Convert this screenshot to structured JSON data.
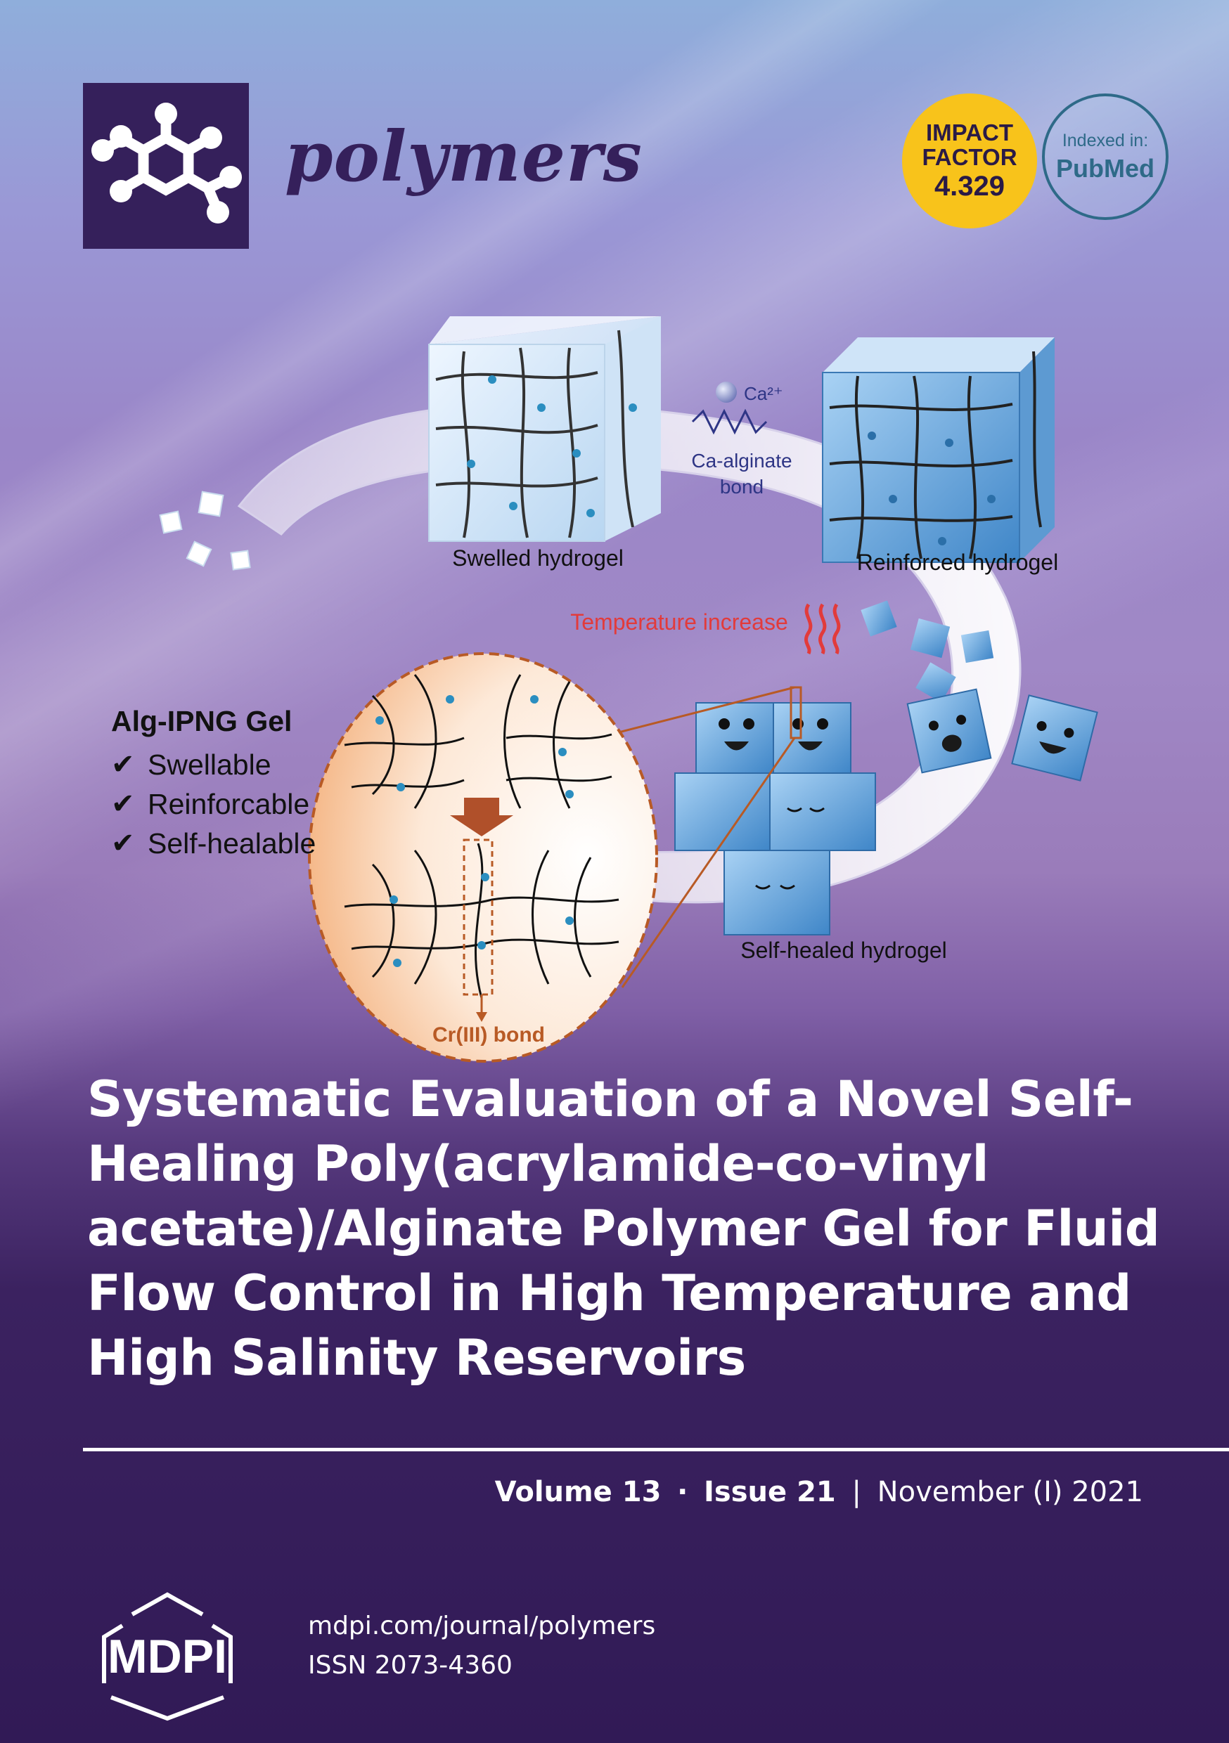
{
  "journal": {
    "name": "polymers",
    "impact_factor": {
      "line1": "IMPACT",
      "line2": "FACTOR",
      "value": "4.329",
      "color": "#f8c31b"
    },
    "indexed": {
      "label": "Indexed in:",
      "name": "PubMed"
    }
  },
  "graphic": {
    "ion_label": "Ca²⁺",
    "bond_label_line1": "Ca-alginate",
    "bond_label_line2": "bond",
    "swelled_label": "Swelled hydrogel",
    "reinforced_label": "Reinforced hydrogel",
    "temperature_label": "Temperature increase",
    "healed_label": "Self-healed hydrogel",
    "cr_bond_label": "Cr(III) bond"
  },
  "features": {
    "title": "Alg-IPNG Gel",
    "items": [
      "Swellable",
      "Reinforcable",
      "Self-healable"
    ]
  },
  "article": {
    "title": "Systematic Evaluation of a Novel Self-Healing Poly(acrylamide-co-vinyl acetate)/Alginate Polymer Gel for Fluid Flow Control in High Temperature and High Salinity Reservoirs"
  },
  "issue": {
    "volume": "Volume 13",
    "dot": "·",
    "issue": "Issue 21",
    "divider": "|",
    "date": "November (I) 2021"
  },
  "publisher": {
    "logo_text": "MDPI",
    "url": "mdpi.com/journal/polymers",
    "issn": "ISSN 2073-4360"
  },
  "colors": {
    "brand_purple": "#35205b",
    "pubmed_blue": "#2e6a88",
    "temperature_red": "#e23b3b",
    "cr_bond_orange": "#b85a25"
  }
}
